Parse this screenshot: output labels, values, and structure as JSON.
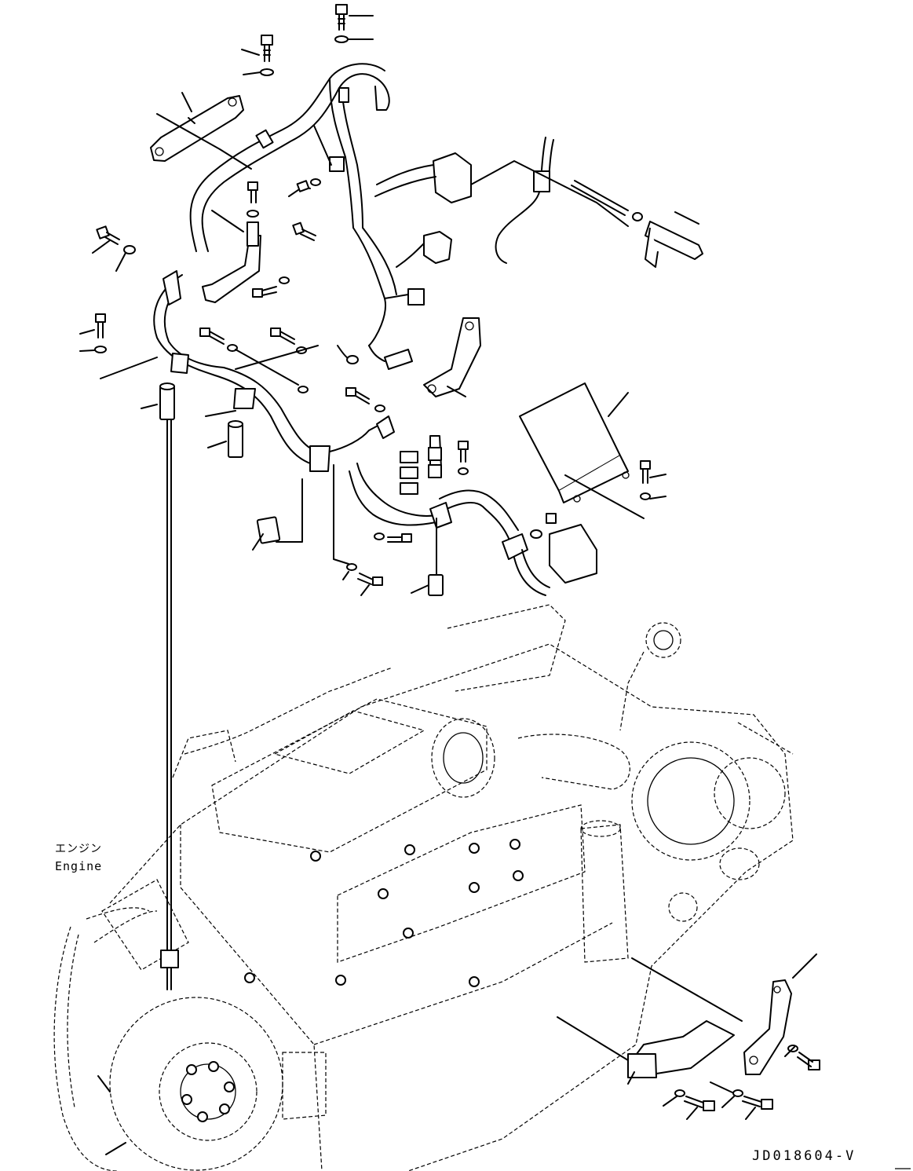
{
  "engine_label": {
    "japanese": "エンジン",
    "english": "Engine"
  },
  "drawing_number": "JD018604-V"
}
